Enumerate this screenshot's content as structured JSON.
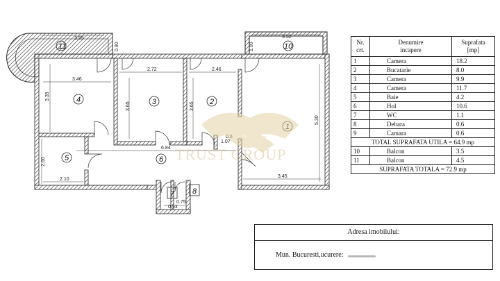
{
  "plan": {
    "rooms": [
      {
        "id": "room-1",
        "label": "1"
      },
      {
        "id": "room-2",
        "label": "2"
      },
      {
        "id": "room-3",
        "label": "3"
      },
      {
        "id": "room-4",
        "label": "4"
      },
      {
        "id": "room-5",
        "label": "5"
      },
      {
        "id": "room-6",
        "label": "6"
      },
      {
        "id": "room-7",
        "label": "7"
      },
      {
        "id": "room-8",
        "label": "8"
      },
      {
        "id": "room-10",
        "label": "10"
      },
      {
        "id": "room-11",
        "label": "11"
      }
    ],
    "dimensions": {
      "balcony_11_width": "3.55",
      "balcony_11_depth": "0.90",
      "balcony_10_width": "3.52",
      "balcony_10_depth": "1.00",
      "room_4_width": "3.46",
      "room_4_height": "3.39",
      "room_3_width": "2.72",
      "room_3_height": "3.65",
      "room_2_width": "2.46",
      "room_2_height": "3.65",
      "room_1_height": "5.30",
      "room_1_width": "3.45",
      "hall_width": "6.84",
      "closet_width": "1.07",
      "closet_depth": "0.6",
      "room_5_height": "2.00",
      "room_5_width": "2.10",
      "wc_width": "0.93",
      "storage_width": "0.75"
    }
  },
  "watermark": {
    "text": "TRUST GROUP",
    "color": "#d8c89a"
  },
  "table": {
    "headers": {
      "nr": "Nr.\ncrt.",
      "name": "Denumire\nincapere",
      "area": "Suprafata\n[mp]"
    },
    "rows": [
      {
        "nr": "1",
        "name": "Camera",
        "area": "18.2"
      },
      {
        "nr": "2",
        "name": "Bucatarie",
        "area": "8.0"
      },
      {
        "nr": "3",
        "name": "Camera",
        "area": "9.9"
      },
      {
        "nr": "4",
        "name": "Camera",
        "area": "11.7"
      },
      {
        "nr": "5",
        "name": "Baie",
        "area": "4.2"
      },
      {
        "nr": "6",
        "name": "Hol",
        "area": "10.6"
      },
      {
        "nr": "7",
        "name": "WC",
        "area": "1.1"
      },
      {
        "nr": "8",
        "name": "Debara",
        "area": "0.6"
      },
      {
        "nr": "9",
        "name": "Camara",
        "area": "0.6"
      }
    ],
    "total_useful": "TOTAL SUPRAFATA UTILA = 64.9 mp",
    "balcony_rows": [
      {
        "nr": "10",
        "name": "Balcon",
        "area": "3.5"
      },
      {
        "nr": "11",
        "name": "Balcon",
        "area": "4.5"
      }
    ],
    "total": "SUPRAFATA TOTALA = 72.9 mp"
  },
  "address": {
    "title": "Adresa imobilului:",
    "value": "Mun. Bucuresti,ucurere:"
  }
}
